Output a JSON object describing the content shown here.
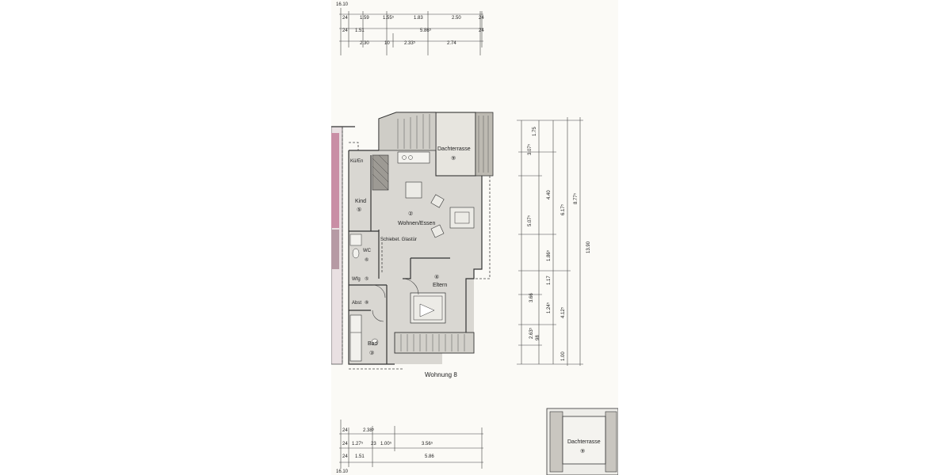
{
  "top_dims": {
    "total": "16.10",
    "row1": [
      "1.59",
      "1.55⁵",
      "1.83",
      "2.50"
    ],
    "row2": [
      "1.51",
      "5.86⁵"
    ],
    "row3": [
      "2.30",
      "10",
      "2.33⁵",
      "2.74"
    ],
    "small": [
      "24",
      "24",
      "24",
      "24"
    ]
  },
  "rooms": {
    "dachterrasse": "Dachterrasse",
    "dachterrasse_num": "⑨",
    "kind": "Kind",
    "kind_num": "⑤",
    "wohnen": "Wohnen/Essen",
    "wohnen_num": "②",
    "eltern": "Eltern",
    "eltern_num": "④",
    "wc": "WC",
    "wc_num": "⑥",
    "wfl": "Wfg",
    "wfl_num": "⑤",
    "abst": "Abst",
    "abst_num": "⑧",
    "bad": "Bad",
    "bad_num": "③",
    "kuechen": "Kü/En",
    "schiebetuer": "Schiebet. Glastür"
  },
  "unit_label": "Wohnung 8",
  "right_dims": {
    "col1": [
      "1.75",
      "3.07⁵",
      "5.07⁵",
      "3.66",
      "2.63⁵"
    ],
    "col2": [
      "4.40",
      "1.86⁵",
      "1.17",
      "1.24⁵",
      "98"
    ],
    "col3": [
      "6.17⁵",
      "4.12⁵",
      "1.00"
    ],
    "col4": [
      "8.77⁵"
    ],
    "col5": [
      "13.90"
    ]
  },
  "bottom_dims": {
    "row1": [
      "2.38⁵"
    ],
    "row2": [
      "1.27⁵",
      "23",
      "1.00⁵",
      "3.56⁵"
    ],
    "row3": [
      "1.51",
      "5.86"
    ],
    "total": "16.10",
    "small": [
      "24",
      "24",
      "24"
    ]
  },
  "inset": {
    "label": "Dachterrasse",
    "num": "⑨"
  }
}
